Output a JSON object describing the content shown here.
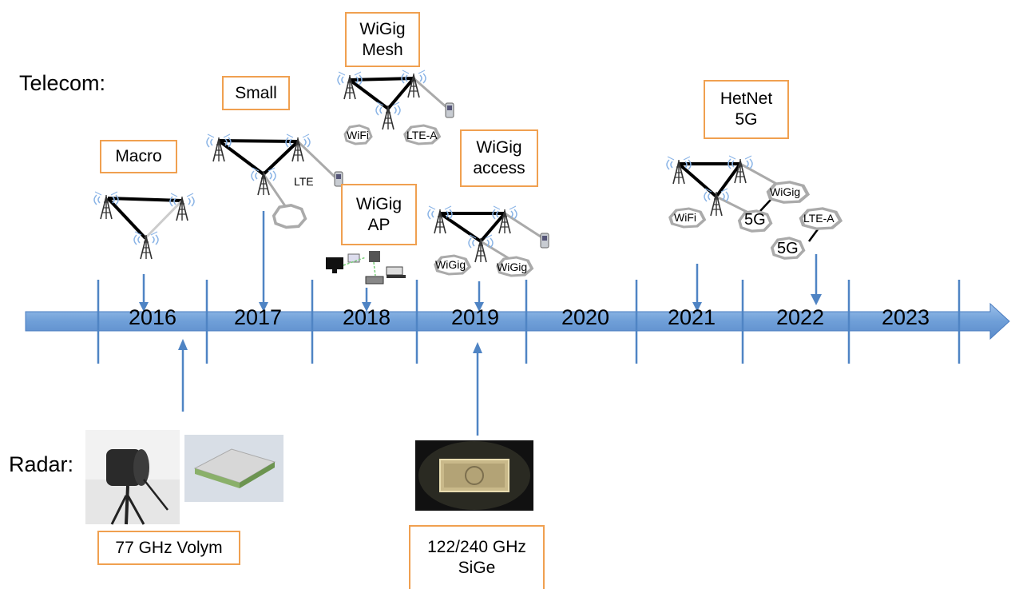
{
  "telecom_label": "Telecom:",
  "radar_label": "Radar:",
  "years": [
    "2016",
    "2017",
    "2018",
    "2019",
    "2020",
    "2021",
    "2022",
    "2023"
  ],
  "boxes": {
    "macro": "Macro",
    "small": "Small",
    "wigig_mesh": [
      "WiGig",
      "Mesh"
    ],
    "wigig_ap": [
      "WiGig",
      "AP"
    ],
    "wigig_access": [
      "WiGig",
      "access"
    ],
    "hetnet": [
      "HetNet",
      "5G"
    ],
    "volym": "77 GHz Volym",
    "sige": [
      "122/240 GHz",
      "SiGe"
    ]
  },
  "node_labels": {
    "lte": "LTE",
    "mesh_wifi": "WiFi",
    "mesh_ltea": "LTE-A",
    "access_wigig_1": "WiGig",
    "access_wigig_2": "WiGig",
    "hetnet_wifi": "WiFi",
    "hetnet_wigig": "WiGig",
    "hetnet_5g_1": "5G",
    "hetnet_ltea": "LTE-A",
    "hetnet_5g_2": "5G"
  },
  "colors": {
    "timeline": "#6f9fd8",
    "timeline_edge": "#4a7cc0",
    "box_border": "#f0a050",
    "tick": "#4f84c4"
  },
  "icons": [
    "cell-tower-icon",
    "mobile-phone-icon",
    "cloud-cell-icon",
    "computer-icon",
    "radar-sensor-photo",
    "radar-module-photo",
    "sige-chip-photo"
  ]
}
